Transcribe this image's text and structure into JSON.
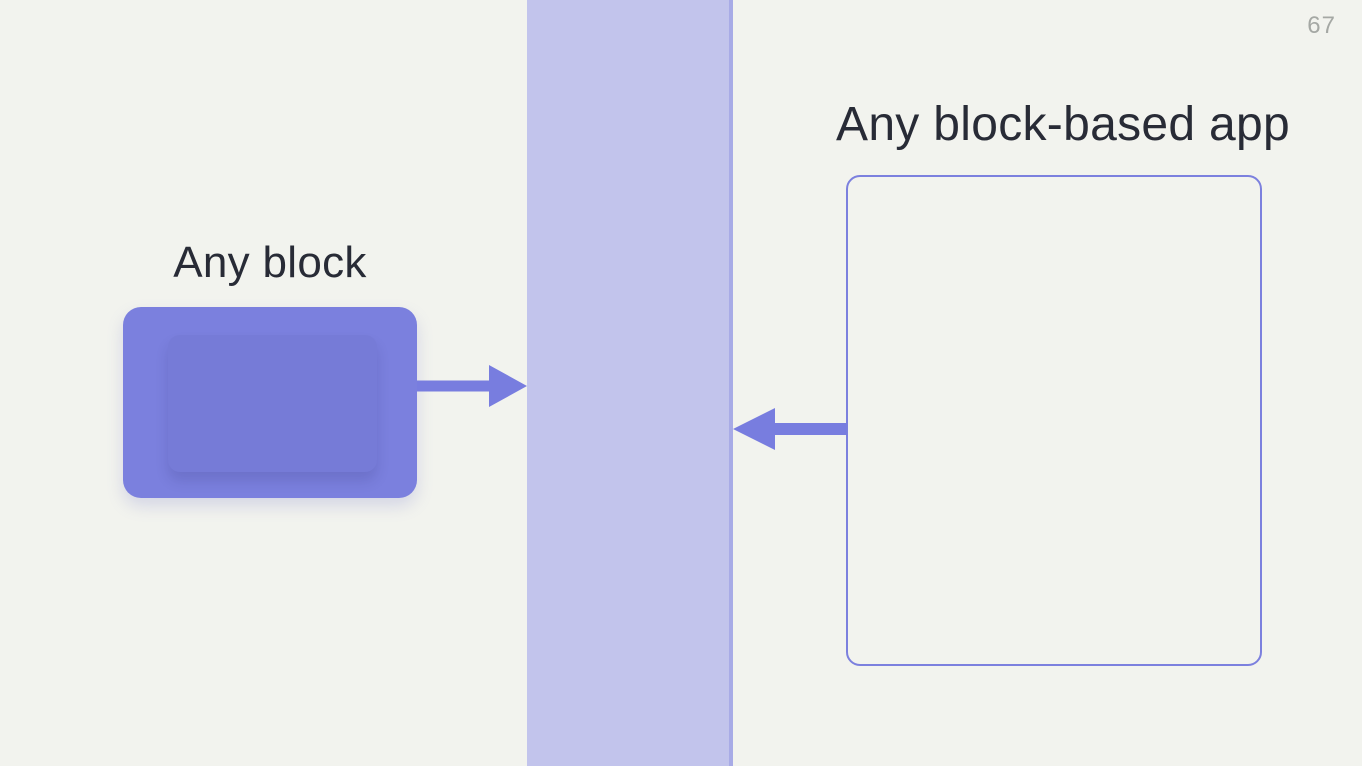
{
  "page": {
    "number": "67"
  },
  "labels": {
    "left": "Any block",
    "right": "Any block-based app"
  },
  "icons": {
    "arrow_right": "arrow-right-icon",
    "arrow_left": "arrow-left-icon"
  },
  "colors": {
    "background": "#f2f3ee",
    "band": "#c2c4ec",
    "band_edge": "#8a8ee0",
    "block_fill": "#7b80de",
    "outline_border": "#7c80de",
    "arrow": "#787ddf",
    "label_text": "#282b36",
    "page_number": "#a5a8a4"
  }
}
